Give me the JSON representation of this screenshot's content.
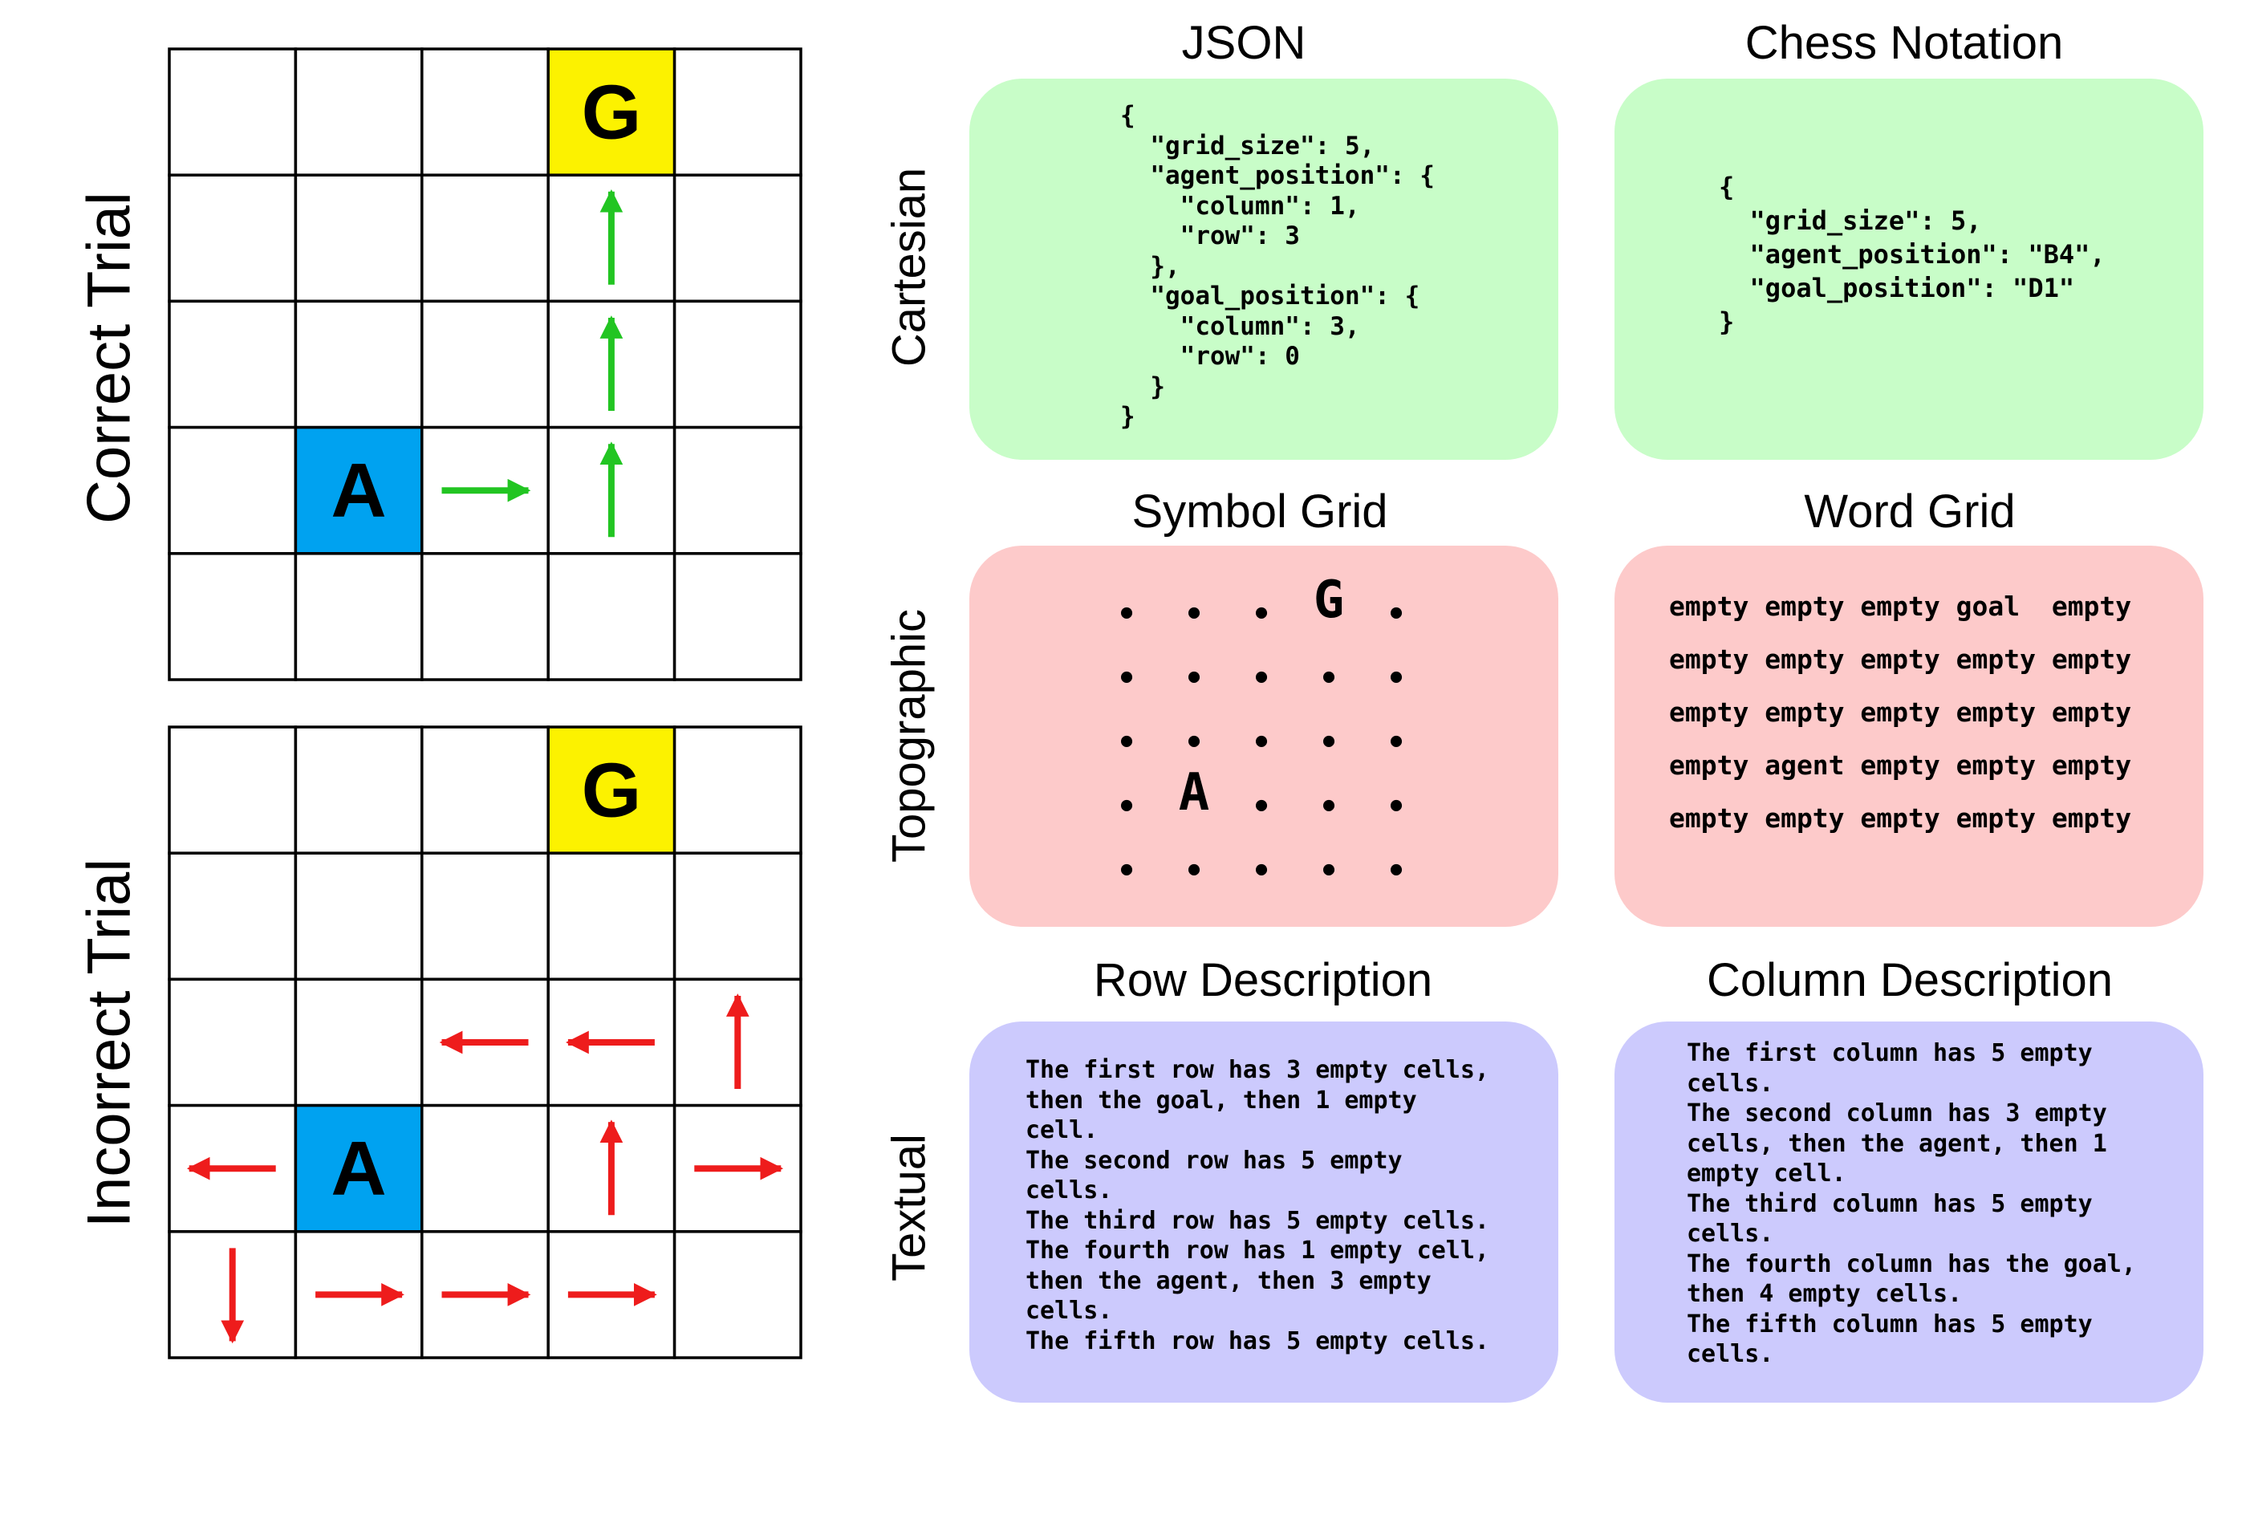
{
  "colors": {
    "goal_fill": "#fcf200",
    "agent_fill": "#00a2f0",
    "correct_arrow": "#22c522",
    "incorrect_arrow": "#ee1c1c",
    "cartesian_bg": "#c8fdc8",
    "topographic_bg": "#fdcaca",
    "textual_bg": "#cccafd"
  },
  "trials": [
    {
      "label": "Correct Trial",
      "grid_size": 5,
      "goal": {
        "row": 0,
        "col": 3,
        "letter": "G"
      },
      "agent": {
        "row": 3,
        "col": 1,
        "letter": "A"
      },
      "arrow_color_key": "correct_arrow",
      "arrows": [
        {
          "row": 1,
          "col": 3,
          "dir": "up"
        },
        {
          "row": 2,
          "col": 3,
          "dir": "up"
        },
        {
          "row": 3,
          "col": 3,
          "dir": "up"
        },
        {
          "row": 3,
          "col": 2,
          "dir": "right"
        }
      ]
    },
    {
      "label": "Incorrect Trial",
      "grid_size": 5,
      "goal": {
        "row": 0,
        "col": 3,
        "letter": "G"
      },
      "agent": {
        "row": 3,
        "col": 1,
        "letter": "A"
      },
      "arrow_color_key": "incorrect_arrow",
      "arrows": [
        {
          "row": 2,
          "col": 2,
          "dir": "left"
        },
        {
          "row": 2,
          "col": 3,
          "dir": "left"
        },
        {
          "row": 2,
          "col": 4,
          "dir": "up"
        },
        {
          "row": 3,
          "col": 0,
          "dir": "left"
        },
        {
          "row": 3,
          "col": 3,
          "dir": "up"
        },
        {
          "row": 3,
          "col": 4,
          "dir": "right"
        },
        {
          "row": 4,
          "col": 0,
          "dir": "down"
        },
        {
          "row": 4,
          "col": 1,
          "dir": "right"
        },
        {
          "row": 4,
          "col": 2,
          "dir": "right"
        },
        {
          "row": 4,
          "col": 3,
          "dir": "right"
        }
      ]
    }
  ],
  "row_labels": {
    "cartesian": "Cartesian",
    "topographic": "Topographic",
    "textual": "Textual"
  },
  "panels": {
    "json": {
      "title": "JSON",
      "text": "{\n  \"grid_size\": 5,\n  \"agent_position\": {\n    \"column\": 1,\n    \"row\": 3\n  },\n  \"goal_position\": {\n    \"column\": 3,\n    \"row\": 0\n  }\n}"
    },
    "chess": {
      "title": "Chess Notation",
      "text": "{\n  \"grid_size\": 5,\n  \"agent_position\": \"B4\",\n  \"goal_position\": \"D1\"\n}"
    },
    "symbol_grid": {
      "title": "Symbol Grid",
      "rows": [
        [
          ".",
          ".",
          ".",
          "G",
          "."
        ],
        [
          ".",
          ".",
          ".",
          ".",
          "."
        ],
        [
          ".",
          ".",
          ".",
          ".",
          "."
        ],
        [
          ".",
          "A",
          ".",
          ".",
          "."
        ],
        [
          ".",
          ".",
          ".",
          ".",
          "."
        ]
      ]
    },
    "word_grid": {
      "title": "Word Grid",
      "text": "empty empty empty goal  empty\nempty empty empty empty empty\nempty empty empty empty empty\nempty agent empty empty empty\nempty empty empty empty empty"
    },
    "row_description": {
      "title": "Row Description",
      "text": "The first row has 3 empty cells,\nthen the goal, then 1 empty\ncell.\nThe second row has 5 empty\ncells.\nThe third row has 5 empty cells.\nThe fourth row has 1 empty cell,\nthen the agent, then 3 empty\ncells.\nThe fifth row has 5 empty cells."
    },
    "column_description": {
      "title": "Column Description",
      "text": "The first column has 5 empty\ncells.\nThe second column has 3 empty\ncells, then the agent, then 1\nempty cell.\nThe third column has 5 empty\ncells.\nThe fourth column has the goal,\nthen 4 empty cells.\nThe fifth column has 5 empty\ncells."
    }
  }
}
